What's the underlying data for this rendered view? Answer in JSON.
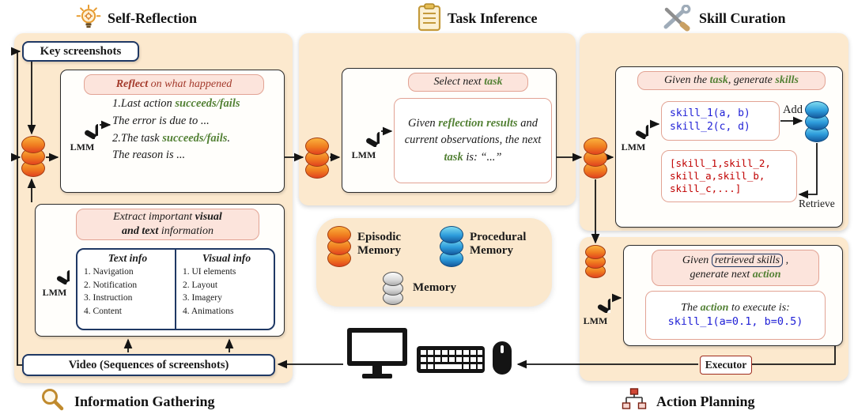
{
  "headers": {
    "self_reflection": "Self-Reflection",
    "task_inference": "Task Inference",
    "skill_curation": "Skill Curation",
    "information_gathering": "Information Gathering",
    "action_planning": "Action Planning"
  },
  "colors": {
    "panel_bg": "#FCE9CE",
    "bubble_bg": "#FCE4DC",
    "highlight_green": "#538135",
    "code_blue": "#1F1FD6",
    "code_red": "#C00000",
    "navy_border": "#1F3864",
    "episodic_orange": "#F07C1F",
    "procedural_blue": "#2D9CDB"
  },
  "self_reflection": {
    "key_screenshots": "Key screenshots",
    "lmm_label": "LMM",
    "bubble": {
      "bold": "Reflect",
      "rest": " on what happened"
    },
    "lines": {
      "l1_pre": "1.Last action ",
      "l1_hl": "succeeds/fails",
      "l2": "The error is due to ...",
      "l3_pre": "2.The task ",
      "l3_hl": "succeeds/fails",
      "l3_post": ".",
      "l4": "The reason is ..."
    }
  },
  "information_gathering": {
    "lmm_label": "LMM",
    "bubble": {
      "s1": "Extract important ",
      "s2": "visual",
      "s3": "and text",
      "s4": " information"
    },
    "text_info": {
      "title": "Text info",
      "items": [
        "1. Navigation",
        "2. Notification",
        "3. Instruction",
        "4. Content"
      ]
    },
    "visual_info": {
      "title": "Visual info",
      "items": [
        "1. UI elements",
        "2. Layout",
        "3. Imagery",
        "4. Animations"
      ]
    },
    "video_box": "Video (Sequences of screenshots)"
  },
  "task_inference": {
    "lmm_label": "LMM",
    "bubble": {
      "pre": "Select next ",
      "hl": "task"
    },
    "body": {
      "s1": "Given ",
      "hl1": "reflection results",
      "s2": " and current observations, the next ",
      "hl2": "task",
      "s3": " is: “...”"
    }
  },
  "skill_curation": {
    "lmm_label": "LMM",
    "bubble": {
      "s1": "Given the ",
      "hl1": "task",
      "s2": ", generate ",
      "hl2": "skills"
    },
    "code_lines": [
      "skill_1(a, b)",
      "skill_2(c, d)"
    ],
    "add_label": "Add",
    "retrieve_label": "Retrieve",
    "skill_list_lines": [
      "[skill_1,skill_2,",
      "skill_a,skill_b,",
      "skill_c,...]"
    ]
  },
  "action_planning": {
    "lmm_label": "LMM",
    "bubble": {
      "s1": "Given ",
      "boxed": "retrieved skills",
      "s2": " ,",
      "s3": "generate next ",
      "hl": "action"
    },
    "body": {
      "s1": "The ",
      "hl": "action",
      "s2": " to execute is:",
      "code": "skill_1(a=0.1, b=0.5)"
    },
    "executor": "Executor"
  },
  "legend": {
    "episodic_line1": "Episodic",
    "episodic_line2": "Memory",
    "procedural_line1": "Procedural",
    "procedural_line2": "Memory",
    "memory": "Memory"
  }
}
